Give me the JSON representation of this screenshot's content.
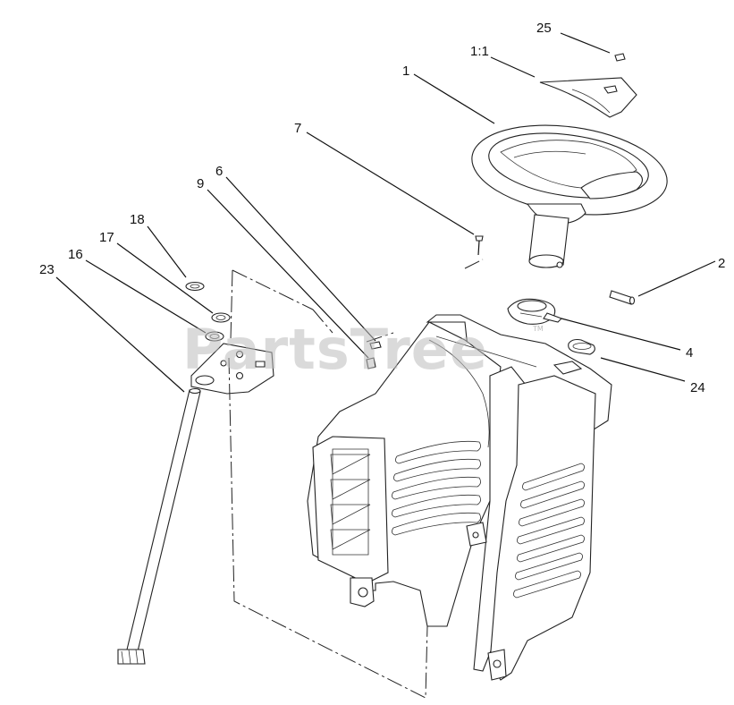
{
  "watermark": {
    "text": "PartsTree",
    "trademark": "TM"
  },
  "callouts": [
    {
      "id": "1",
      "label": "1"
    },
    {
      "id": "1-1",
      "label": "1:1"
    },
    {
      "id": "2",
      "label": "2"
    },
    {
      "id": "4",
      "label": "4"
    },
    {
      "id": "6",
      "label": "6"
    },
    {
      "id": "7",
      "label": "7"
    },
    {
      "id": "9",
      "label": "9"
    },
    {
      "id": "16",
      "label": "16"
    },
    {
      "id": "17",
      "label": "17"
    },
    {
      "id": "18",
      "label": "18"
    },
    {
      "id": "23",
      "label": "23"
    },
    {
      "id": "24",
      "label": "24"
    },
    {
      "id": "25",
      "label": "25"
    }
  ]
}
